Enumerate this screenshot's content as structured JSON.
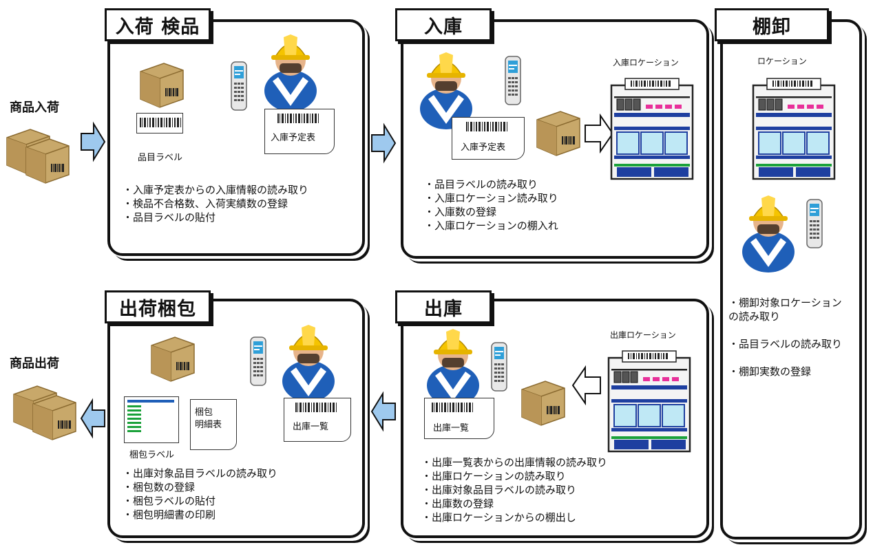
{
  "left_labels": {
    "incoming": "商品入荷",
    "outgoing": "商品出荷"
  },
  "panels": {
    "inspection": {
      "title": "入荷 検品",
      "doc_label": "入庫予定表",
      "item_label": "品目ラベル",
      "bullets": [
        "入庫予定表からの入庫情報の読み取り",
        "検品不合格数、入荷実績数の登録",
        "品目ラベルの貼付"
      ]
    },
    "putaway": {
      "title": "入庫",
      "doc_label": "入庫予定表",
      "location_label": "入庫ロケーション",
      "bullets": [
        "品目ラベルの読み取り",
        "入庫ロケーション読み取り",
        "入庫数の登録",
        "入庫ロケーションの棚入れ"
      ]
    },
    "stocktake": {
      "title": "棚卸",
      "location_label": "ロケーション",
      "bullets": [
        "棚卸対象ロケーション\nの読み取り",
        "品目ラベルの読み取り",
        "棚卸実数の登録"
      ]
    },
    "picking": {
      "title": "出庫",
      "doc_label": "出庫一覧",
      "location_label": "出庫ロケーション",
      "bullets": [
        "出庫一覧表からの出庫情報の読み取り",
        "出庫ロケーションの読み取り",
        "出庫対象品目ラベルの読み取り",
        "出庫数の登録",
        "出庫ロケーションからの棚出し"
      ]
    },
    "packing": {
      "title": "出荷梱包",
      "doc_label": "出庫一覧",
      "packing_doc_label": "梱包\n明細表",
      "label_label": "梱包ラベル",
      "bullets": [
        "出庫対象品目ラベルの読み取り",
        "梱包数の登録",
        "梱包ラベルの貼付",
        "梱包明細書の印刷"
      ]
    }
  },
  "colors": {
    "helmet": "#f5c400",
    "body": "#1f5fb8",
    "arrow_fill": "#9ec9ee",
    "box": "#c8a86a",
    "shelf_blue": "#1e3fa0",
    "shelf_green": "#1aa13a",
    "shelf_pink": "#e8309a"
  }
}
